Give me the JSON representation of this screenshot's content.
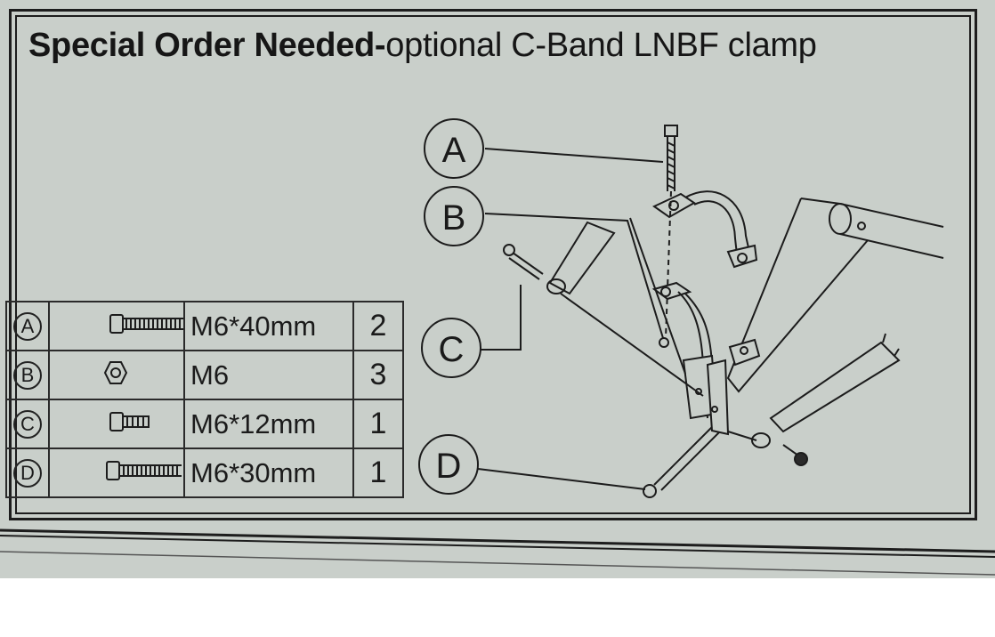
{
  "title": {
    "bold_part": "Special Order Needed-",
    "normal_part": "optional C-Band LNBF clamp"
  },
  "callouts": [
    "A",
    "B",
    "C",
    "D"
  ],
  "parts": [
    {
      "letter": "A",
      "icon": "bolt-long-icon",
      "size": "M6*40mm",
      "qty": "2"
    },
    {
      "letter": "B",
      "icon": "hex-nut-icon",
      "size": "M6",
      "qty": "3"
    },
    {
      "letter": "C",
      "icon": "bolt-short-icon",
      "size": "M6*12mm",
      "qty": "1"
    },
    {
      "letter": "D",
      "icon": "bolt-medium-icon",
      "size": "M6*30mm",
      "qty": "1"
    }
  ],
  "colors": {
    "paper": "#c9cfca",
    "ink": "#1d1d1d"
  }
}
